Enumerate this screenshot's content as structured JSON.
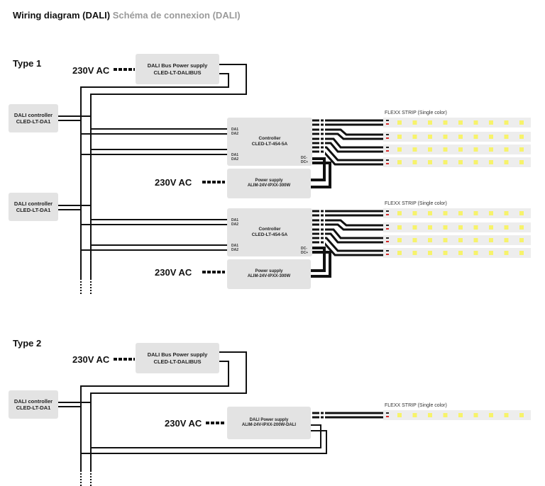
{
  "header": {
    "title": "Wiring diagram (DALI)",
    "subtitle": "Schéma de connexion (DALI)"
  },
  "type1": {
    "label": "Type 1",
    "ac_label": "230V AC",
    "bus_power": {
      "line1": "DALI Bus Power supply",
      "line2": "CLED-LT-DALIBUS"
    },
    "dali_controller": {
      "line1": "DALI controller",
      "line2": "CLED-LT-DA1"
    },
    "controller": {
      "line1": "Controller",
      "line2": "CLED-LT-454-5A"
    },
    "power_supply": {
      "line1": "Power supply",
      "line2": "ALIM-24V-IPXX-300W"
    },
    "pins": {
      "da1": "DA1",
      "da2": "DA2",
      "dcm": "DC-",
      "dcp": "DC+"
    },
    "strip_label": "FLEXX STRIP (Single color)"
  },
  "type2": {
    "label": "Type 2",
    "ac_label": "230V AC",
    "bus_power": {
      "line1": "DALI Bus Power supply",
      "line2": "CLED-LT-DALIBUS"
    },
    "dali_controller": {
      "line1": "DALI controller",
      "line2": "CLED-LT-DA1"
    },
    "dali_power": {
      "line1": "DALI Power supply",
      "line2": "ALIM-24V-IPXX-200W-DALI"
    },
    "strip_label": "FLEXX STRIP (Single color)"
  },
  "colors": {
    "wire": "#111111",
    "box": "#e3e3e3",
    "strip": "#ededed",
    "led": "#f7f36a",
    "red": "#d62828"
  }
}
